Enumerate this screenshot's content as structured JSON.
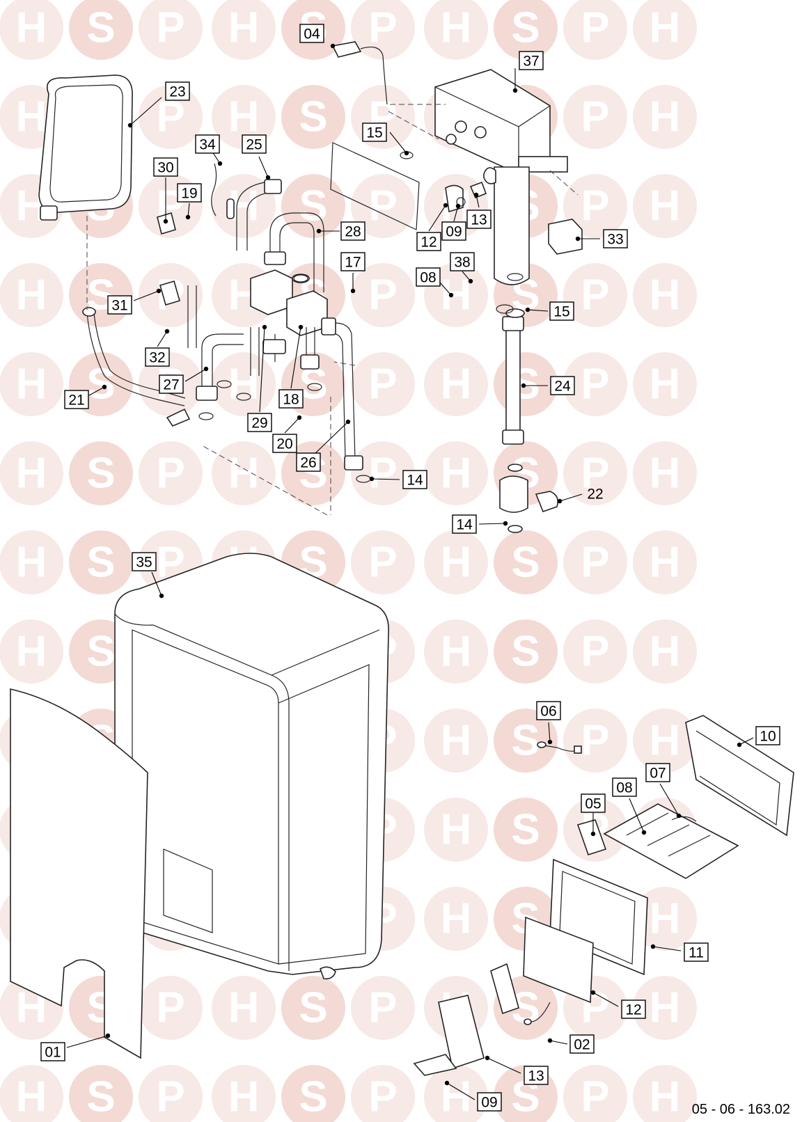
{
  "watermark": {
    "letters": [
      "H",
      "S",
      "P"
    ],
    "circle_color": "#f6e9e6",
    "letter_color": "#ffffff",
    "accent_circle_color": "#f3dad5"
  },
  "drawing_reference": "05 - 06 - 163.02",
  "part_labels": [
    {
      "key": "p04",
      "text": "04",
      "boxed": true
    },
    {
      "key": "p37",
      "text": "37",
      "boxed": true
    },
    {
      "key": "p23",
      "text": "23",
      "boxed": true
    },
    {
      "key": "p15a",
      "text": "15",
      "boxed": true
    },
    {
      "key": "p34",
      "text": "34",
      "boxed": true
    },
    {
      "key": "p25",
      "text": "25",
      "boxed": true
    },
    {
      "key": "p30",
      "text": "30",
      "boxed": true
    },
    {
      "key": "p19",
      "text": "19",
      "boxed": true
    },
    {
      "key": "p28",
      "text": "28",
      "boxed": true
    },
    {
      "key": "p13a",
      "text": "13",
      "boxed": true
    },
    {
      "key": "p09a",
      "text": "09",
      "boxed": true
    },
    {
      "key": "p12a",
      "text": "12",
      "boxed": true
    },
    {
      "key": "p33",
      "text": "33",
      "boxed": true
    },
    {
      "key": "p17",
      "text": "17",
      "boxed": true
    },
    {
      "key": "p38",
      "text": "38",
      "boxed": true
    },
    {
      "key": "p08a",
      "text": "08",
      "boxed": true
    },
    {
      "key": "p31",
      "text": "31",
      "boxed": true
    },
    {
      "key": "p15b",
      "text": "15",
      "boxed": true
    },
    {
      "key": "p32",
      "text": "32",
      "boxed": true
    },
    {
      "key": "p27",
      "text": "27",
      "boxed": true
    },
    {
      "key": "p24",
      "text": "24",
      "boxed": true
    },
    {
      "key": "p21",
      "text": "21",
      "boxed": true
    },
    {
      "key": "p18",
      "text": "18",
      "boxed": true
    },
    {
      "key": "p29",
      "text": "29",
      "boxed": true
    },
    {
      "key": "p20",
      "text": "20",
      "boxed": true
    },
    {
      "key": "p26",
      "text": "26",
      "boxed": true
    },
    {
      "key": "p14a",
      "text": "14",
      "boxed": true
    },
    {
      "key": "p22",
      "text": "22",
      "boxed": false
    },
    {
      "key": "p14b",
      "text": "14",
      "boxed": true
    },
    {
      "key": "p35",
      "text": "35",
      "boxed": true
    },
    {
      "key": "p06",
      "text": "06",
      "boxed": true
    },
    {
      "key": "p10",
      "text": "10",
      "boxed": true
    },
    {
      "key": "p07",
      "text": "07",
      "boxed": true
    },
    {
      "key": "p08b",
      "text": "08",
      "boxed": true
    },
    {
      "key": "p05",
      "text": "05",
      "boxed": true
    },
    {
      "key": "p11",
      "text": "11",
      "boxed": true
    },
    {
      "key": "p12b",
      "text": "12",
      "boxed": true
    },
    {
      "key": "p02",
      "text": "02",
      "boxed": true
    },
    {
      "key": "p01",
      "text": "01",
      "boxed": true
    },
    {
      "key": "p13b",
      "text": "13",
      "boxed": true
    },
    {
      "key": "p09b",
      "text": "09",
      "boxed": true
    }
  ]
}
